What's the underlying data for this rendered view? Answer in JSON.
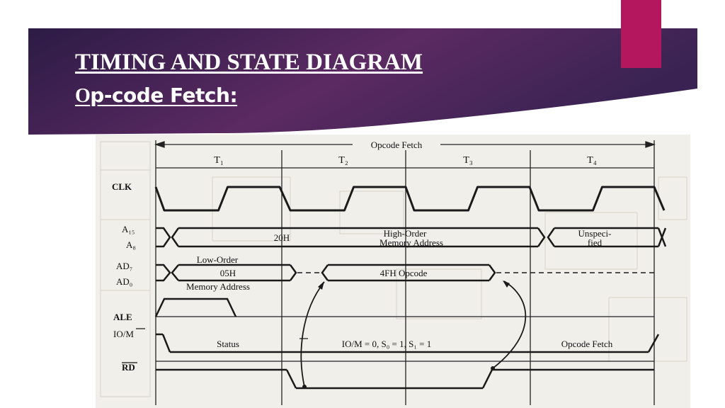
{
  "slide": {
    "title": "TIMING AND STATE DIAGRAM",
    "subtitle_first": "O",
    "subtitle_rest": "p-code Fetch:",
    "colors": {
      "header_dark": "#2c1b45",
      "header_purple": "#5b2a62",
      "accent_tab": "#b5175f",
      "text": "#ffffff"
    }
  },
  "diagram": {
    "cycle_label": "Opcode Fetch",
    "states": [
      "T₁",
      "T₂",
      "T₃",
      "T₄"
    ],
    "signals": {
      "clk": "CLK",
      "a15": "A₁₅",
      "a8": "A₈",
      "ad7": "AD₇",
      "ad0": "AD₀",
      "ale": "ALE",
      "iom": "IO/M",
      "rd": "RD"
    },
    "high_address_value": "20H",
    "high_address_label_1": "High-Order",
    "high_address_label_2": "Memory Address",
    "unspecified_1": "Unspeci-",
    "unspecified_2": "fied",
    "low_order_label": "Low-Order",
    "low_address_value": "05H",
    "memory_address_label": "Memory Address",
    "opcode_label": "4FH Opcode",
    "status_label": "Status",
    "status_equation": "IO/M = 0, S₀ = 1, S₁ = 1",
    "opcode_fetch_label": "Opcode Fetch"
  }
}
